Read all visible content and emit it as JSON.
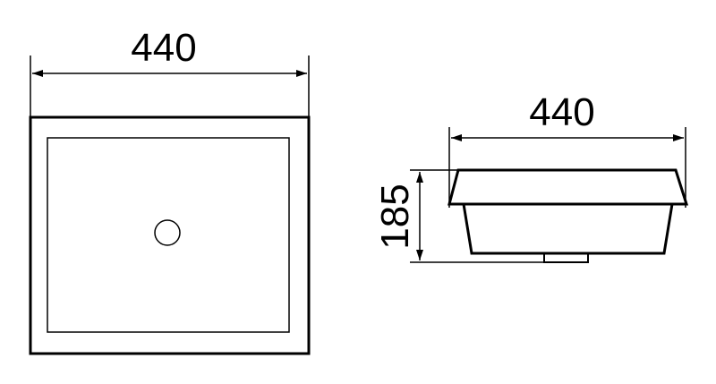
{
  "top_view": {
    "width_label": "440"
  },
  "side_view": {
    "width_label": "440",
    "height_label": "185"
  },
  "colors": {
    "line": "#000000",
    "background": "#ffffff"
  }
}
